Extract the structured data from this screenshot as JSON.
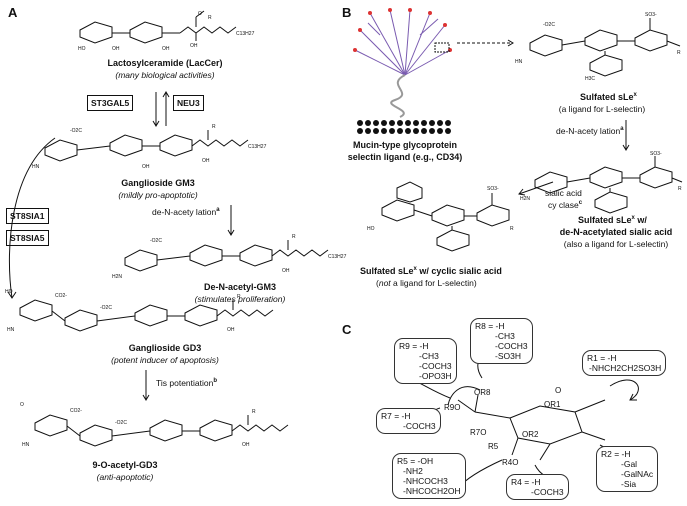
{
  "panels": {
    "a": "A",
    "b": "B",
    "c": "C"
  },
  "panel_a": {
    "lactosylceramide": {
      "name": "Lactosylceramide (LacCer)",
      "desc": "(many biological activities)"
    },
    "enzyme_st3gal5": "ST3GAL5",
    "enzyme_neu3": "NEU3",
    "gm3": {
      "name": "Ganglioside GM3",
      "desc": "(mildly pro-apoptotic)"
    },
    "deacetylation": "de-N-acety lation",
    "deacetylation_sup": "a",
    "de_n_acetyl_gm3": {
      "name": "De-N-acetyl-GM3",
      "desc": "(stimulates proliferation)"
    },
    "enzyme_st8sia1": "ST8SIA1",
    "enzyme_st8sia5": "ST8SIA5",
    "gd3": {
      "name": "Ganglioside GD3",
      "desc": "(potent inducer of apoptosis)"
    },
    "tis_potentiation": "Tis potentiation",
    "tis_sup": "b",
    "o_acetyl_gd3": {
      "name": "9-O-acetyl-GD3",
      "desc": "(anti-apoptotic)"
    },
    "chain_label": "C13H27"
  },
  "panel_b": {
    "mucin": {
      "line1": "Mucin-type glycoprotein",
      "line2": "selectin ligand (e.g., CD34)"
    },
    "sulfated_slex": {
      "name": "Sulfated sLe",
      "sup": "x",
      "desc": "(a ligand for L-selectin)"
    },
    "deacetylation": "de-N-acety lation",
    "deacetylation_sup": "a",
    "deacetylated": {
      "line1": "Sulfated sLe",
      "sup": "x",
      "line1b": " w/",
      "line2": "de-N-acetylated sialic acid",
      "desc": "(also a ligand for L-selectin)"
    },
    "sialic_cyclase": {
      "line1": "sialic acid",
      "line2": "cy clase",
      "sup": "c"
    },
    "cyclic": {
      "name": "Sulfated sLe",
      "sup": "x",
      "name2": " w/ cyclic sialic acid",
      "desc_pre": "(",
      "desc_not": "not",
      "desc_post": " a ligand for L-selectin)"
    }
  },
  "panel_c": {
    "r9": [
      "R9 = -H",
      "-CH3",
      "-COCH3",
      "-OPO3H"
    ],
    "r8": [
      "R8 = -H",
      "-CH3",
      "-COCH3",
      "-SO3H"
    ],
    "r1": [
      "R1 = -H",
      "-NHCH2CH2SO3H"
    ],
    "r7": [
      "R7 = -H",
      "-COCH3"
    ],
    "r5": [
      "R5 = -OH",
      "-NH2",
      "-NHCOCH3",
      "-NHCOCH2OH"
    ],
    "r4": [
      "R4 = -H",
      "-COCH3"
    ],
    "r2": [
      "R2 = -H",
      "-Gal",
      "-GalNAc",
      "-Sia"
    ],
    "ring_labels": {
      "r9o": "R9O",
      "or8": "OR8",
      "or1": "OR1",
      "r7o": "R7O",
      "or2": "OR2",
      "r5": "R5",
      "r4o": "R4O",
      "o": "O"
    }
  }
}
